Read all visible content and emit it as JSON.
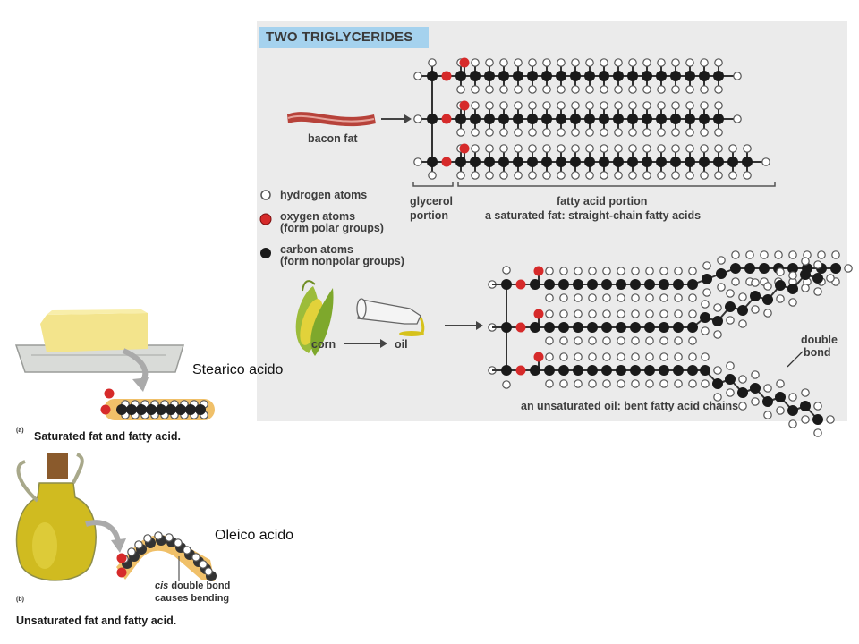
{
  "diagram": {
    "title": "TWO TRIGLYCERIDES",
    "bacon_label": "bacon fat",
    "legend": {
      "hydrogen": "hydrogen atoms",
      "oxygen_l1": "oxygen atoms",
      "oxygen_l2": "(form polar groups)",
      "carbon_l1": "carbon atoms",
      "carbon_l2": "(form nonpolar groups)"
    },
    "glycerol_l1": "glycerol",
    "glycerol_l2": "portion",
    "fatty_acid_portion": "fatty acid portion",
    "saturated_caption": "a saturated fat: straight-chain fatty acids",
    "corn_label": "corn",
    "oil_label": "oil",
    "double_bond_l1": "double",
    "double_bond_l2": "bond",
    "unsaturated_caption": "an unsaturated oil: bent fatty acid chains"
  },
  "left": {
    "stearic_label": "Stearico acido",
    "oleic_label": "Oleico acido",
    "panel_a_marker": "(a)",
    "panel_b_marker": "(b)",
    "saturated_caption": "Saturated fat and fatty acid.",
    "unsaturated_caption": "Unsaturated fat and fatty acid.",
    "cis_l1_italic": "cis",
    "cis_l1_rest": " double bond",
    "cis_l2": "causes bending"
  },
  "colors": {
    "panel_bg": "#ebebeb",
    "title_bg": "#a5d2ee",
    "carbon": "#1a1a1a",
    "oxygen": "#d62a2a",
    "hydrogen": "#ffffff",
    "butter": "#f3e48c",
    "oil": "#c8b41e"
  }
}
